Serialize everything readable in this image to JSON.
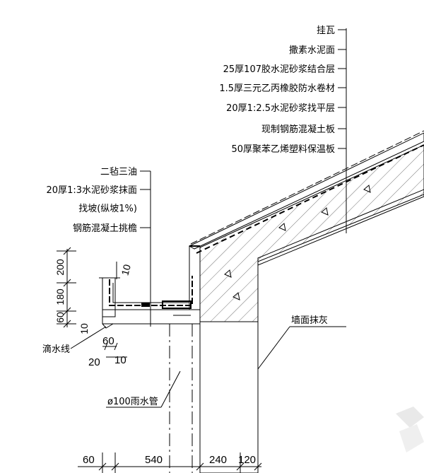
{
  "roof_layers": [
    "挂瓦",
    "撒素水泥面",
    "25厚107胶水泥砂浆结合层",
    "1.5厚三元乙丙橡胶防水卷材",
    "20厚1:2.5水泥砂浆找平层",
    "现制钢筋混凝土板",
    "50厚聚苯乙烯塑料保温板"
  ],
  "gutter_labels": [
    "二毡三油",
    "20厚1:3水泥砂浆抹面",
    "找坡(纵坡1%)",
    "钢筋混凝土挑檐"
  ],
  "callouts": {
    "drip_line": "滴水线",
    "wall_finish": "墙面抹灰",
    "downpipe": "ø100雨水管"
  },
  "vertical_dims": [
    "200",
    "180",
    "60",
    "10"
  ],
  "small_dims": [
    "10",
    "60",
    "20",
    "10"
  ],
  "bottom_dims": [
    "60",
    "540",
    "240",
    "120"
  ]
}
